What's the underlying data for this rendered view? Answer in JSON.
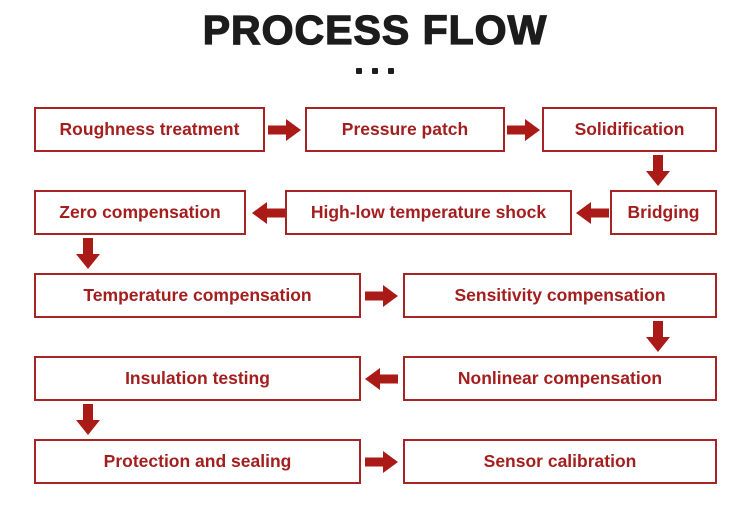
{
  "title": "PROCESS FLOW",
  "subtitle_dots": "...",
  "colors": {
    "accent_red": "#a41e1e",
    "border_red": "#a62424",
    "arrow_red": "#aa1a17",
    "title_black": "#1c1c1c",
    "background": "#ffffff"
  },
  "icons": {
    "arrow_right_icon": "▶",
    "arrow_left_icon": "◀",
    "arrow_down_icon": "▼"
  },
  "flow": {
    "rows": [
      {
        "nodes": [
          "Roughness treatment",
          "Pressure patch",
          "Solidification"
        ]
      },
      {
        "nodes": [
          "Zero compensation",
          "High-low temperature shock",
          "Bridging"
        ]
      },
      {
        "nodes": [
          "Temperature compensation",
          "Sensitivity compensation"
        ]
      },
      {
        "nodes": [
          "Insulation testing",
          "Nonlinear compensation"
        ]
      },
      {
        "nodes": [
          "Protection and sealing",
          "Sensor calibration"
        ]
      }
    ]
  }
}
